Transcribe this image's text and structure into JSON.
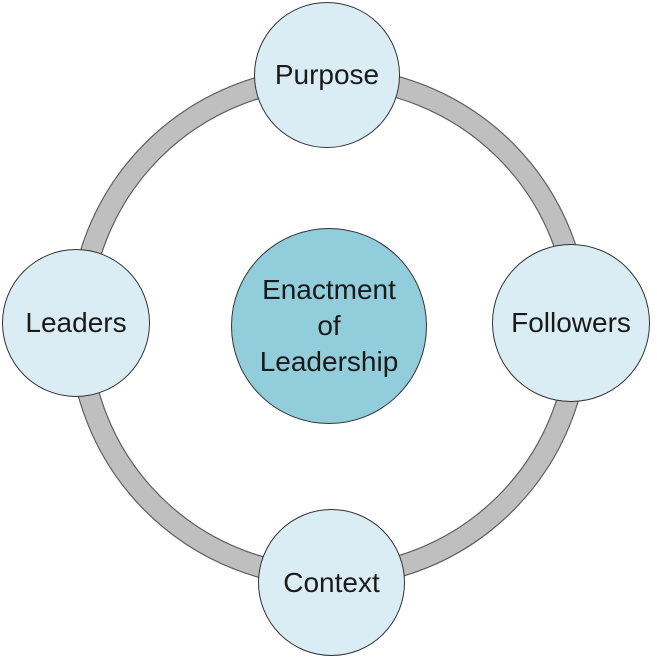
{
  "diagram": {
    "center": {
      "label": "Enactment of Leadership",
      "lines": [
        "Enactment",
        "of",
        "Leadership"
      ]
    },
    "nodes": [
      {
        "id": "purpose",
        "label": "Purpose"
      },
      {
        "id": "followers",
        "label": "Followers"
      },
      {
        "id": "context",
        "label": "Context"
      },
      {
        "id": "leaders",
        "label": "Leaders"
      }
    ],
    "colors": {
      "background": "#FFFFFF",
      "node_fill": "#DBEDF4",
      "center_fill": "#92CDDC",
      "ring_fill": "#BFBFBF",
      "ring_edge": "#5F5F5F",
      "circle_outline": "#333333",
      "text": "#1A1A1A"
    }
  }
}
